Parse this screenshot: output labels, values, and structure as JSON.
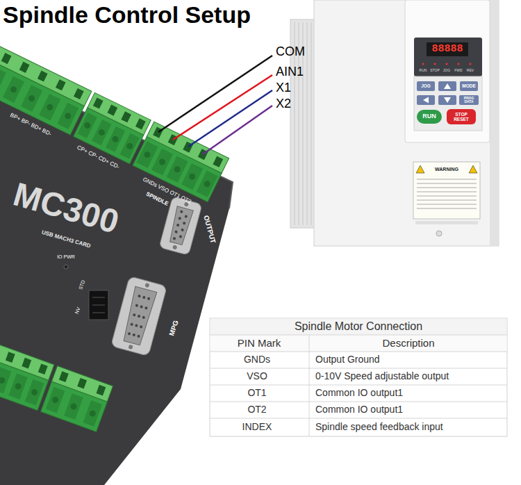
{
  "diagram": {
    "title": "Spindle Control Setup",
    "nodes": [
      {
        "text": [
          "JOG"
        ]
      },
      {
        "text": [
          "MODE"
        ]
      },
      {
        "text": [
          "PROG DATA"
        ]
      },
      {
        "text": [
          "RUN"
        ]
      },
      {
        "text": [
          "STOP RESET"
        ]
      }
    ],
    "labels": [
      "COM",
      "AIN1",
      "X1",
      "X2",
      "BP+ BP- BD+ BD-",
      "CP+ CP- CD+ CD-",
      "GNDs VSO OT1 OT2",
      "SPINDLE",
      "MC300",
      "USB MACH3 CARD",
      "IO PWR",
      "STD",
      "NV",
      "OUTPUT",
      "MPG",
      "88888",
      "RUN",
      "STOP",
      "JOG",
      "FWD",
      "REV",
      "WARNING",
      "Spindle Motor Connection",
      "PIN Mark",
      "Description",
      "GNDs",
      "Output Ground",
      "VSO",
      "0-10V Speed adjustable output",
      "OT1",
      "Common IO output1",
      "OT2",
      "Common IO output1",
      "INDEX",
      "Spindle speed feedback input"
    ]
  }
}
